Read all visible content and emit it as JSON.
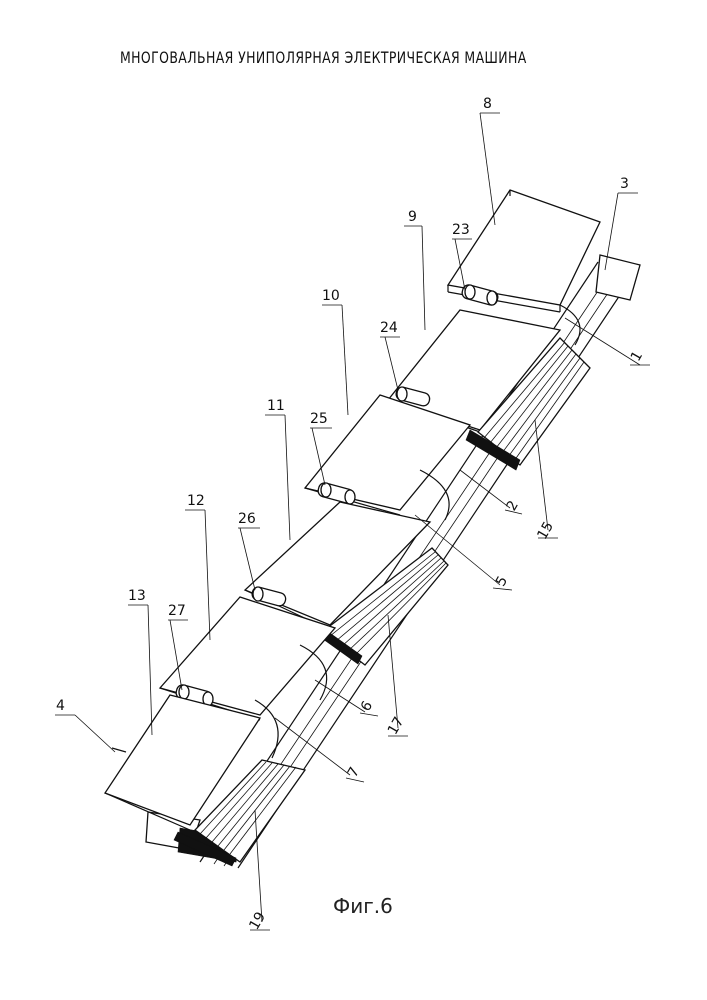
{
  "title": "МНОГОВАЛЬНАЯ УНИПОЛЯРНАЯ ЭЛЕКТРИЧЕСКАЯ МАШИНА",
  "caption": "Фиг.6",
  "labels": {
    "l1": "1",
    "l2": "2",
    "l3": "3",
    "l4": "4",
    "l5": "5",
    "l6": "6",
    "l7": "7",
    "l8": "8",
    "l9": "9",
    "l10": "10",
    "l11": "11",
    "l12": "12",
    "l13": "13",
    "l15": "15",
    "l17": "17",
    "l19": "19",
    "l23": "23",
    "l24": "24",
    "l25": "25",
    "l26": "26",
    "l27": "27"
  }
}
